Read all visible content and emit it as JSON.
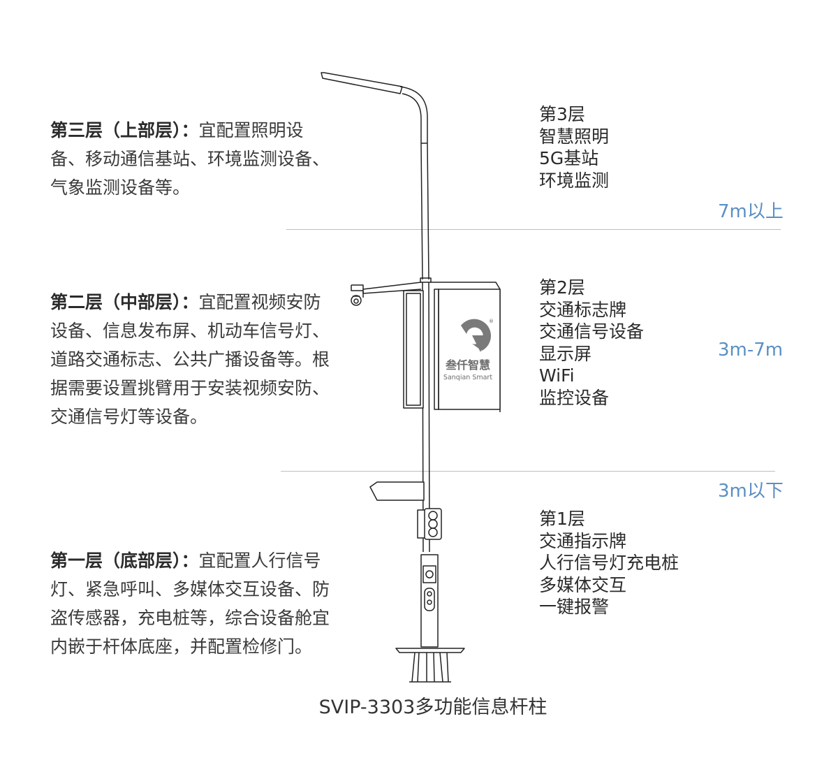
{
  "left_sections": [
    {
      "lead": "第三层（上部层）：",
      "text": "宜配置照明设备、移动通信基站、环境监测设备、气象监测设备等。"
    },
    {
      "lead": "第二层（中部层）：",
      "text": "宜配置视频安防设备、信息发布屏、机动车信号灯、道路交通标志、公共广播设备等。根据需要设置挑臂用于安装视频安防、交通信号灯等设备。"
    },
    {
      "lead": "第一层（底部层）：",
      "text": "宜配置人行信号灯、紧急呼叫、多媒体交互设备、防盗传感器，充电桩等，综合设备舱宜内嵌于杆体底座，并配置检修门。"
    }
  ],
  "right_sections": [
    {
      "title": "第3层",
      "items": [
        "智慧照明",
        "5G基站",
        "环境监测"
      ]
    },
    {
      "title": "第2层",
      "items": [
        "交通标志牌",
        "交通信号设备",
        "显示屏",
        "WiFi",
        "监控设备"
      ]
    },
    {
      "title": "第1层",
      "items": [
        "交通指示牌",
        "人行信号灯充电桩",
        "多媒体交互",
        "一键报警"
      ]
    }
  ],
  "height_labels": [
    "7m以上",
    "3m-7m",
    "3m以下"
  ],
  "logo": {
    "name": "叁仟智慧",
    "english": "Sanqian Smart",
    "mark": "®"
  },
  "caption": "SVIP-3303多功能信息杆柱",
  "colors": {
    "height_label": "#5b8fc4",
    "divider": "#bdbdbd",
    "line": "#222222"
  }
}
